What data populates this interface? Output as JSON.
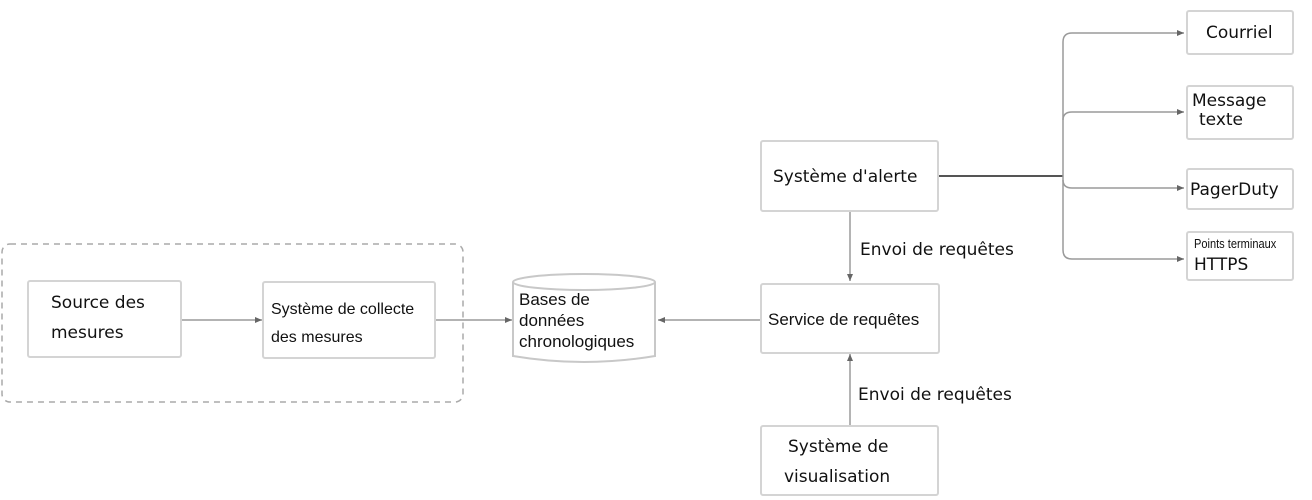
{
  "nodes": {
    "source": {
      "line1": "Source des",
      "line2": "mesures"
    },
    "collector": {
      "line1": "Système de collecte",
      "line2": "des mesures"
    },
    "tsdb": {
      "line1": "Bases de",
      "line2": "données",
      "line3": "chronologiques"
    },
    "query": {
      "label": "Service de requêtes"
    },
    "alert": {
      "label": "Système d'alerte"
    },
    "visual": {
      "line1": "Système de",
      "line2": "visualisation"
    },
    "email": {
      "label": "Courriel"
    },
    "sms": {
      "line1": "Message",
      "line2": "texte"
    },
    "pagerduty": {
      "label": "PagerDuty"
    },
    "https": {
      "line1": "Points terminaux",
      "line2": "HTTPS"
    }
  },
  "edges": {
    "alert_query": "Envoi de requêtes",
    "visual_query": "Envoi de requêtes"
  },
  "colors": {
    "line": "#9a9a9a",
    "border": "#d4d4d4",
    "dashed": "#aaaaaa"
  }
}
